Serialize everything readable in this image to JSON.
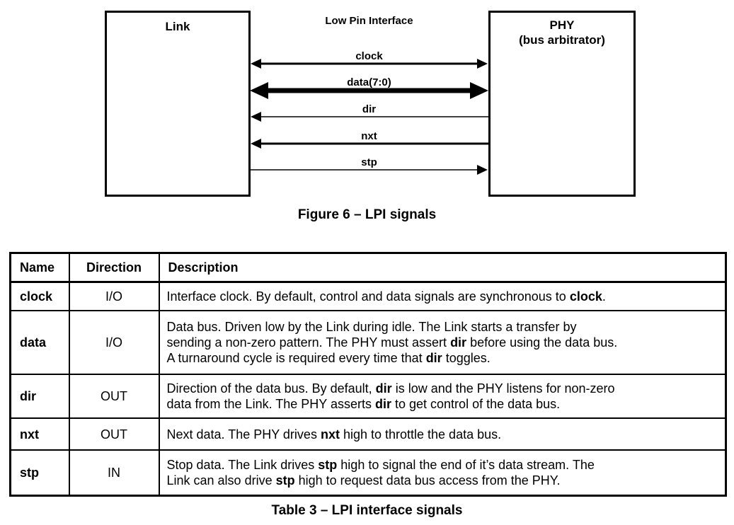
{
  "colors": {
    "ink": "#000000",
    "paper": "#ffffff"
  },
  "figure": {
    "interface_title": "Low Pin Interface",
    "link_box_label": "Link",
    "phy_box_label_line1": "PHY",
    "phy_box_label_line2": "(bus arbitrator)",
    "signals": [
      {
        "label": "clock",
        "arrow": "bidirectional",
        "weight": "medium"
      },
      {
        "label": "data(7:0)",
        "arrow": "bidirectional",
        "weight": "thick"
      },
      {
        "label": "dir",
        "arrow": "to-link",
        "weight": "thin"
      },
      {
        "label": "nxt",
        "arrow": "to-link",
        "weight": "medium"
      },
      {
        "label": "stp",
        "arrow": "to-phy",
        "weight": "thin"
      }
    ],
    "caption": "Figure 6 – LPI signals"
  },
  "table": {
    "headers": [
      "Name",
      "Direction",
      "Description"
    ],
    "rows": [
      {
        "name": "clock",
        "direction": "I/O",
        "description": [
          {
            "text": "Interface clock. By default, control and data signals are synchronous to ",
            "bold": false
          },
          {
            "text": "clock",
            "bold": true
          },
          {
            "text": ".",
            "bold": false
          }
        ]
      },
      {
        "name": "data",
        "direction": "I/O",
        "description": [
          {
            "text": "Data bus. Driven low by the Link during idle. The Link starts a transfer by\nsending a non-zero pattern. The PHY must assert ",
            "bold": false
          },
          {
            "text": "dir",
            "bold": true
          },
          {
            "text": " before using the data bus.\nA turnaround cycle is required every time that ",
            "bold": false
          },
          {
            "text": "dir",
            "bold": true
          },
          {
            "text": " toggles.",
            "bold": false
          }
        ]
      },
      {
        "name": "dir",
        "direction": "OUT",
        "description": [
          {
            "text": "Direction of the data bus. By default, ",
            "bold": false
          },
          {
            "text": "dir",
            "bold": true
          },
          {
            "text": " is low and the PHY listens for non-zero\ndata from the Link. The PHY asserts ",
            "bold": false
          },
          {
            "text": "dir",
            "bold": true
          },
          {
            "text": " to get control of the data bus.",
            "bold": false
          }
        ]
      },
      {
        "name": "nxt",
        "direction": "OUT",
        "description": [
          {
            "text": "Next data. The PHY drives ",
            "bold": false
          },
          {
            "text": "nxt",
            "bold": true
          },
          {
            "text": " high to throttle the data bus.",
            "bold": false
          }
        ]
      },
      {
        "name": "stp",
        "direction": "IN",
        "description": [
          {
            "text": "Stop data. The Link drives ",
            "bold": false
          },
          {
            "text": "stp",
            "bold": true
          },
          {
            "text": " high to signal the end of it’s data stream. The\nLink can also drive ",
            "bold": false
          },
          {
            "text": "stp",
            "bold": true
          },
          {
            "text": " high to request data bus access from the PHY.",
            "bold": false
          }
        ]
      }
    ],
    "caption": "Table 3 – LPI interface signals"
  }
}
